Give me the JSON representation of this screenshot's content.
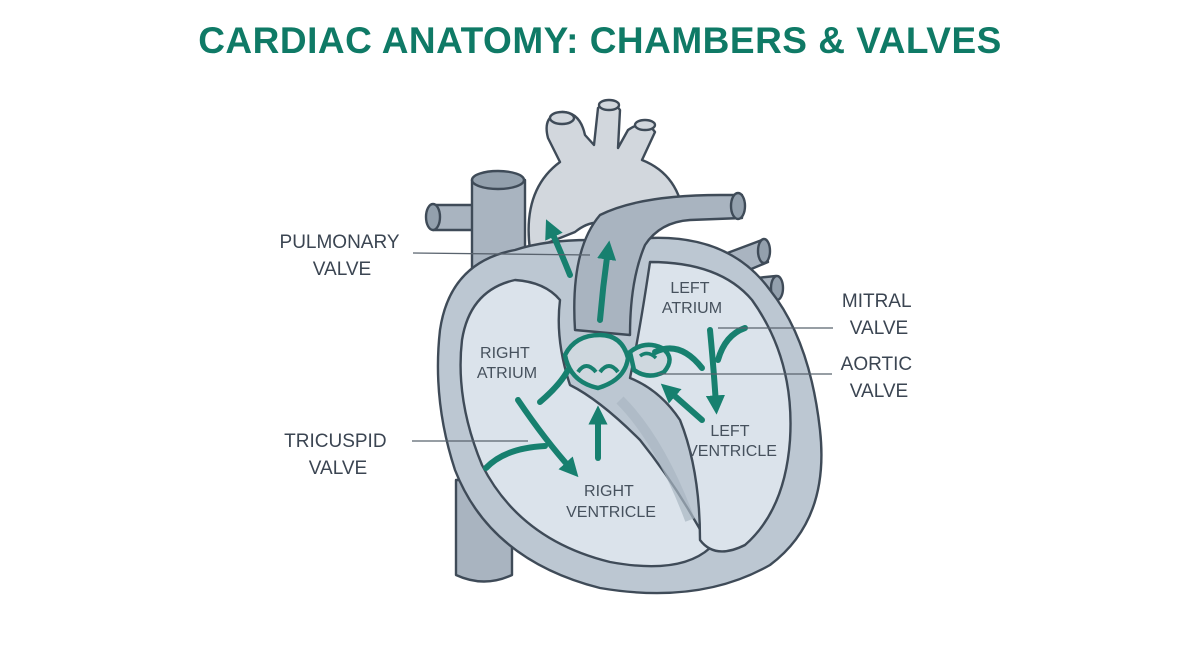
{
  "title": "CARDIAC ANATOMY: CHAMBERS & VALVES",
  "labels": {
    "pulmonary_valve": [
      "PULMONARY",
      "VALVE"
    ],
    "tricuspid_valve": [
      "TRICUSPID",
      "VALVE"
    ],
    "mitral_valve": [
      "MITRAL",
      "VALVE"
    ],
    "aortic_valve": [
      "AORTIC",
      "VALVE"
    ],
    "right_atrium": [
      "RIGHT",
      "ATRIUM"
    ],
    "left_atrium": [
      "LEFT",
      "ATRIUM"
    ],
    "right_ventricle": [
      "RIGHT",
      "VENTRICLE"
    ],
    "left_ventricle": [
      "LEFT",
      "VENTRICLE"
    ]
  },
  "colors": {
    "title": "#0f7a66",
    "flow_arrows": "#17806f",
    "tissue": "#bcc7d2",
    "chambers": "#dbe3eb"
  }
}
